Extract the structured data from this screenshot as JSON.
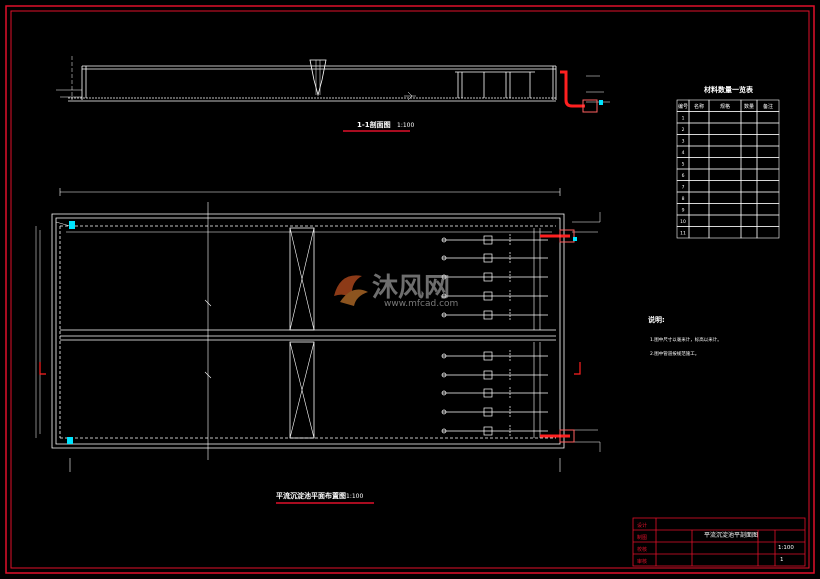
{
  "drawing": {
    "section_title": "1-1剖面图",
    "section_scale": "1:100",
    "plan_title": "平流沉淀池平面布置图",
    "plan_scale": "1:100",
    "watermark_cn": "沐风网",
    "watermark_url": "www.mfcad.com"
  },
  "materials_table": {
    "title": "材料数量一览表",
    "headers": [
      "编号",
      "名称",
      "规格",
      "数量",
      "备注"
    ],
    "rows": [
      [
        "1",
        "",
        "",
        "",
        ""
      ],
      [
        "2",
        "",
        "",
        "",
        ""
      ],
      [
        "3",
        "",
        "",
        "",
        ""
      ],
      [
        "4",
        "",
        "",
        "",
        ""
      ],
      [
        "5",
        "",
        "",
        "",
        ""
      ],
      [
        "6",
        "",
        "",
        "",
        ""
      ],
      [
        "7",
        "",
        "",
        "",
        ""
      ],
      [
        "8",
        "",
        "",
        "",
        ""
      ],
      [
        "9",
        "",
        "",
        "",
        ""
      ],
      [
        "10",
        "",
        "",
        "",
        ""
      ],
      [
        "11",
        "",
        "",
        "",
        ""
      ]
    ]
  },
  "notes": {
    "heading": "说明:",
    "items": [
      "1.图中尺寸以毫米计，标高以米计。",
      "2.图中管道按规范施工。"
    ]
  },
  "title_block": {
    "drawing_name": "平流沉淀池平剖面图",
    "scale": "1:100",
    "sheet": "1",
    "labels": [
      "设计",
      "制图",
      "校核",
      "审核"
    ]
  },
  "colors": {
    "background": "#000000",
    "frame": "#e0102a",
    "lines": "#ffffff",
    "pipe_red": "#ff2020",
    "cyan_marker": "#00e5ff"
  }
}
